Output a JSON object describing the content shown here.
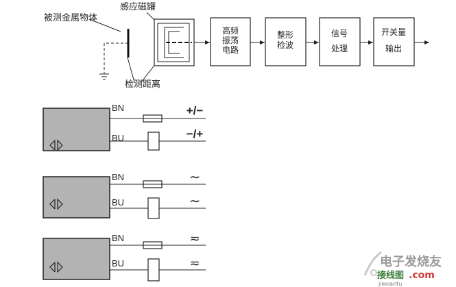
{
  "block_diagram": {
    "label_target": "被测金属物体",
    "label_coil": "感应磁罐",
    "label_distance": "检测距离",
    "block_osc": [
      "高频",
      "振荡",
      "电路"
    ],
    "block_shape": [
      "整形",
      "检波"
    ],
    "block_signal": [
      "信号",
      "处理"
    ],
    "block_switch": [
      "开关量",
      "输出"
    ]
  },
  "sensors": [
    {
      "wire1": "BN",
      "wire2": "BU",
      "term1": "+/−",
      "term2": "−/+"
    },
    {
      "wire1": "BN",
      "wire2": "BU",
      "term1": "∼",
      "term2": "∼"
    },
    {
      "wire1": "BN",
      "wire2": "BU",
      "term1": "≂",
      "term2": "≂"
    }
  ],
  "watermark": {
    "line1": "电子发烧友",
    "line2a": "接线图",
    "line2b": ".com",
    "domain": "jiexiantu"
  }
}
